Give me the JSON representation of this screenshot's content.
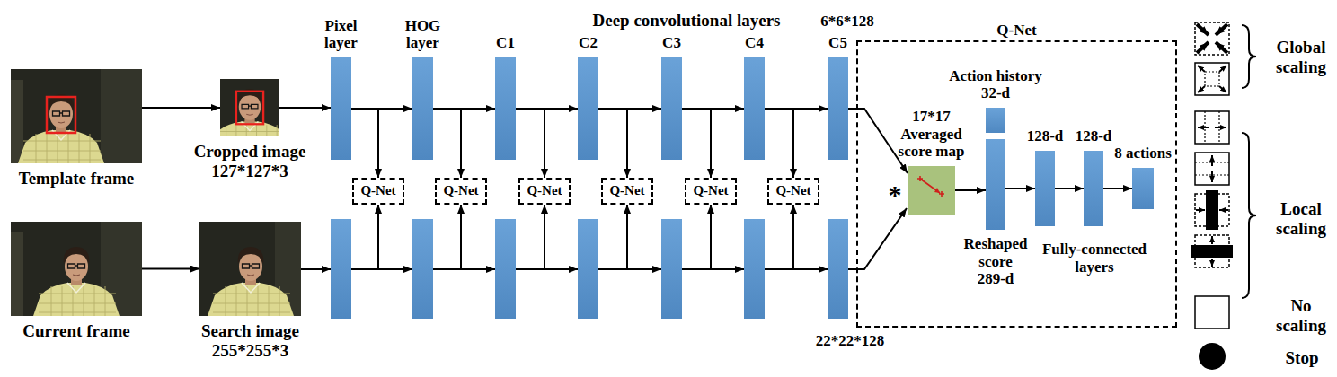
{
  "diagram": {
    "nodes": [
      {
        "text": [
          "Template frame"
        ]
      },
      {
        "text": [
          "Cropped image",
          "127*127*3"
        ]
      },
      {
        "text": [
          "Current frame"
        ]
      },
      {
        "text": [
          "Search image",
          "255*255*3"
        ]
      },
      {
        "text": [
          "Pixel layer"
        ]
      },
      {
        "text": [
          "HOG layer"
        ]
      },
      {
        "text": [
          "C1"
        ]
      },
      {
        "text": [
          "C2"
        ]
      },
      {
        "text": [
          "C3"
        ]
      },
      {
        "text": [
          "C4"
        ]
      },
      {
        "text": [
          "C5"
        ]
      },
      {
        "text": [
          "Q-Net"
        ]
      },
      {
        "text": [
          "Q-Net"
        ]
      },
      {
        "text": [
          "Q-Net"
        ]
      },
      {
        "text": [
          "Q-Net"
        ]
      },
      {
        "text": [
          "Q-Net"
        ]
      },
      {
        "text": [
          "Q-Net"
        ]
      },
      {
        "text": [
          "Q-Net"
        ]
      },
      {
        "text": [
          "17*17",
          "Averaged score map"
        ],
        "in": 17
      },
      {
        "text": [
          "Action history",
          "32-d"
        ],
        "in": 17
      },
      {
        "text": [
          "Reshaped score",
          "289-d"
        ],
        "in": 17
      },
      {
        "text": [
          "128-d"
        ],
        "in": 17
      },
      {
        "text": [
          "128-d"
        ],
        "in": 17
      },
      {
        "text": [
          "8 actions"
        ],
        "in": 17
      }
    ],
    "edges": [
      {
        "from": 0,
        "to": 1,
        "arrow": "to"
      },
      {
        "from": 2,
        "to": 3,
        "arrow": "to"
      },
      {
        "from": 1,
        "to": 4,
        "arrow": "to"
      },
      {
        "from": 4,
        "to": 5,
        "arrow": "to"
      },
      {
        "from": 5,
        "to": 6,
        "arrow": "to"
      },
      {
        "from": 6,
        "to": 7,
        "arrow": "to"
      },
      {
        "from": 7,
        "to": 8,
        "arrow": "to"
      },
      {
        "from": 8,
        "to": 9,
        "arrow": "to"
      },
      {
        "from": 9,
        "to": 10,
        "arrow": "to"
      },
      {
        "from": 4,
        "to": 11,
        "arrow": "to"
      },
      {
        "from": 5,
        "to": 12,
        "arrow": "to"
      },
      {
        "from": 6,
        "to": 13,
        "arrow": "to"
      },
      {
        "from": 7,
        "to": 14,
        "arrow": "to"
      },
      {
        "from": 8,
        "to": 15,
        "arrow": "to"
      },
      {
        "from": 9,
        "to": 16,
        "arrow": "to"
      },
      {
        "from": 10,
        "to": 18,
        "arrow": "to"
      },
      {
        "from": 18,
        "to": 20,
        "arrow": "to"
      },
      {
        "from": 20,
        "to": 21,
        "arrow": "to"
      },
      {
        "from": 21,
        "to": 22,
        "arrow": "to"
      },
      {
        "from": 22,
        "to": 23,
        "arrow": "to"
      }
    ],
    "labels": [
      "Deep convolutional layers",
      "6*6*128",
      "22*22*128",
      "*",
      "Fully-connected layers"
    ],
    "legend": [
      {
        "text": "Global scaling"
      },
      {
        "text": "Local scaling"
      },
      {
        "text": "No scaling"
      },
      {
        "text": "Stop"
      }
    ]
  }
}
